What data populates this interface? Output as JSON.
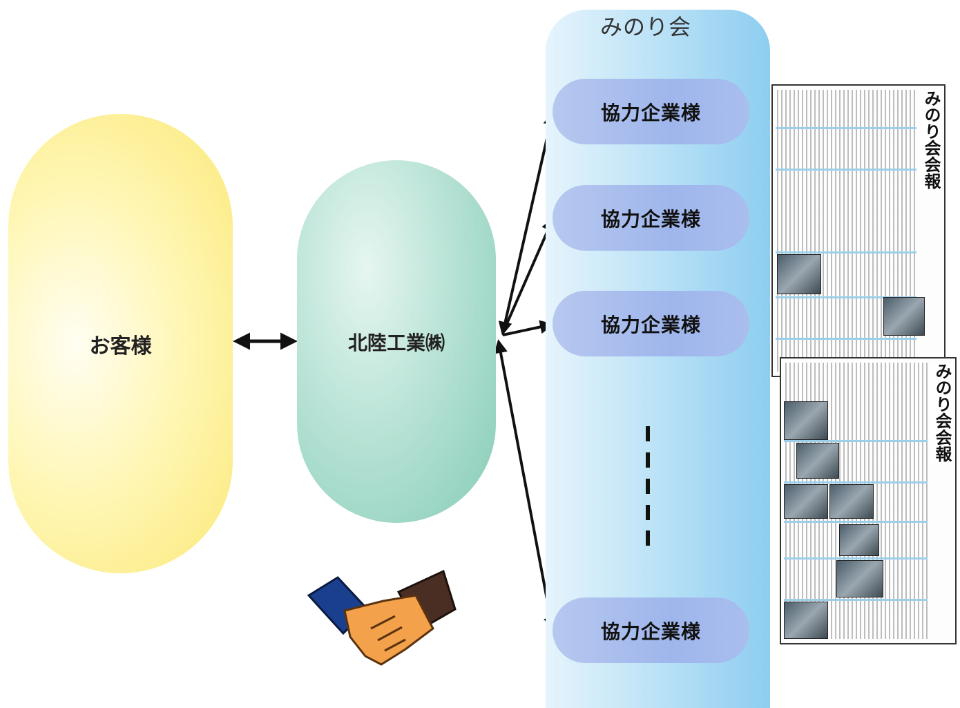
{
  "customer": {
    "label": "お客様"
  },
  "company": {
    "label": "北陸工業㈱"
  },
  "group": {
    "title": "みのり会",
    "partners": [
      "協力企業様",
      "協力企業様",
      "協力企業様",
      "協力企業様"
    ]
  },
  "newsletters": [
    {
      "title": "みのり会会報"
    },
    {
      "title": "みのり会会報"
    }
  ],
  "colors": {
    "customer": "#fbe97a",
    "company": "#86ccb7",
    "group": "#8ecdf0",
    "partner": "#9fb6ec"
  }
}
